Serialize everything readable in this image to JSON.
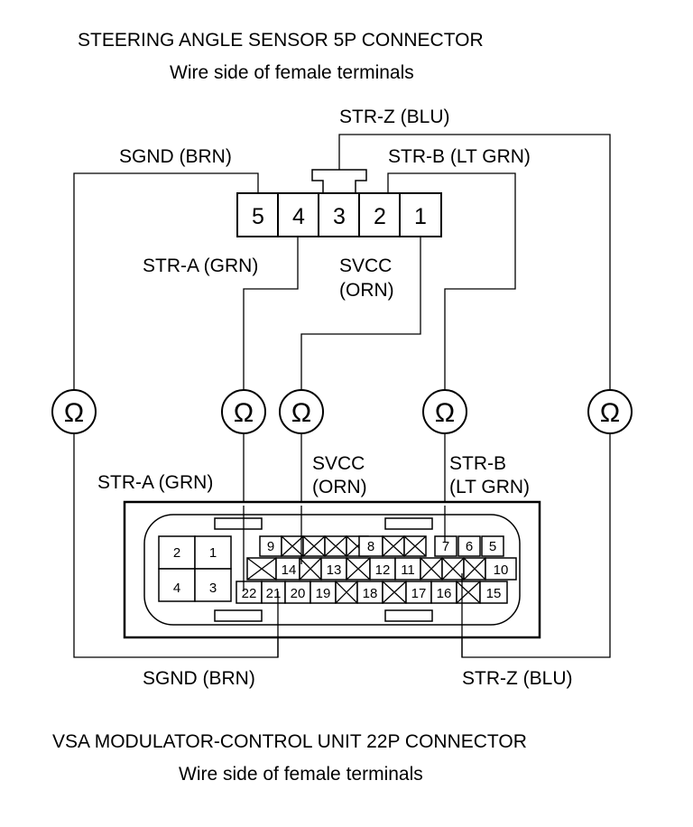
{
  "top_connector": {
    "title": "STEERING ANGLE SENSOR 5P CONNECTOR",
    "subtitle": "Wire side of female terminals",
    "pins": [
      "5",
      "4",
      "3",
      "2",
      "1"
    ]
  },
  "bottom_connector": {
    "title": "VSA MODULATOR-CONTROL UNIT 22P CONNECTOR",
    "subtitle": "Wire side of female terminals",
    "pins": {
      "p1": "1",
      "p2": "2",
      "p3": "3",
      "p4": "4",
      "p5": "5",
      "p6": "6",
      "p7": "7",
      "p8": "8",
      "p9": "9",
      "p10": "10",
      "p11": "11",
      "p12": "12",
      "p13": "13",
      "p14": "14",
      "p15": "15",
      "p16": "16",
      "p17": "17",
      "p18": "18",
      "p19": "19",
      "p20": "20",
      "p21": "21",
      "p22": "22"
    }
  },
  "labels": {
    "str_z_top": "STR-Z (BLU)",
    "sgnd_top": "SGND (BRN)",
    "str_b_top": "STR-B (LT GRN)",
    "str_a_top": "STR-A (GRN)",
    "svcc_top_1": "SVCC",
    "svcc_top_2": "(ORN)",
    "str_a_bottom": "STR-A (GRN)",
    "svcc_bottom_1": "SVCC",
    "svcc_bottom_2": "(ORN)",
    "str_b_bottom_1": "STR-B",
    "str_b_bottom_2": "(LT GRN)",
    "sgnd_bottom": "SGND (BRN)",
    "str_z_bottom": "STR-Z (BLU)"
  },
  "ohmmeter_symbol": "Ω",
  "icons": [
    "ohmmeter-icon",
    "empty-terminal-icon"
  ]
}
